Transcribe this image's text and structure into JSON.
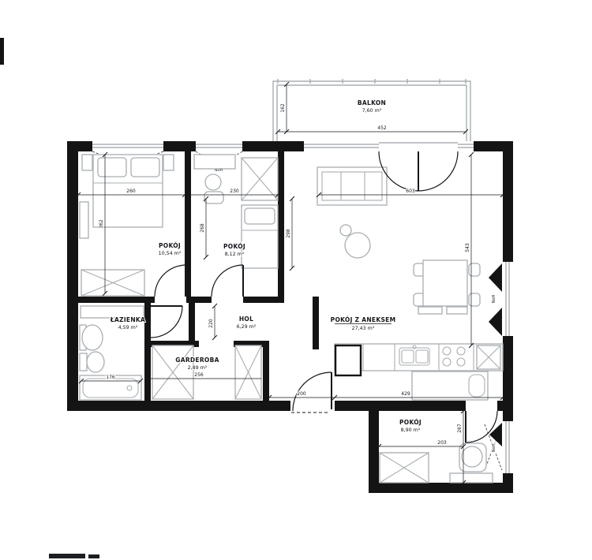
{
  "rooms": {
    "balkon": {
      "name": "BALKON",
      "area": "7,60 m²"
    },
    "pokoj1": {
      "name": "POKÓJ",
      "area": "10,54 m²"
    },
    "pokoj2": {
      "name": "POKÓJ",
      "area": "8,12 m²"
    },
    "lazienka": {
      "name": "ŁAZIENKA",
      "area": "4,59 m²"
    },
    "hol": {
      "name": "HOL",
      "area": "6,29 m²"
    },
    "garderoba": {
      "name": "GARDEROBA",
      "area": "2,89 m²"
    },
    "salon": {
      "name": "POKÓJ Z ANEKSEM",
      "area": "27,43 m²"
    },
    "pokoj3": {
      "name": "POKÓJ",
      "area": "8,90 m²"
    }
  },
  "dimensions": {
    "balcony_width": "452",
    "balcony_depth": "162",
    "room1_width": "260",
    "room1_depth": "362",
    "room2_width": "230",
    "room2_depth": "268",
    "living_width": "603",
    "living_depth": "543",
    "hall_depth": "298",
    "hall_door": "220",
    "bath_width": "176",
    "wardrobe_width": "256",
    "entry_width": "200",
    "kitchen_run": "429",
    "room3_width": "203",
    "room3_depth": "267"
  },
  "window_labels": {
    "w1": "NoH",
    "w2": "NoH",
    "w3": "NoH",
    "w4": "NoH"
  },
  "colors": {
    "wall": "#141414",
    "furniture": "#a9aeb2",
    "text": "#15171b"
  }
}
